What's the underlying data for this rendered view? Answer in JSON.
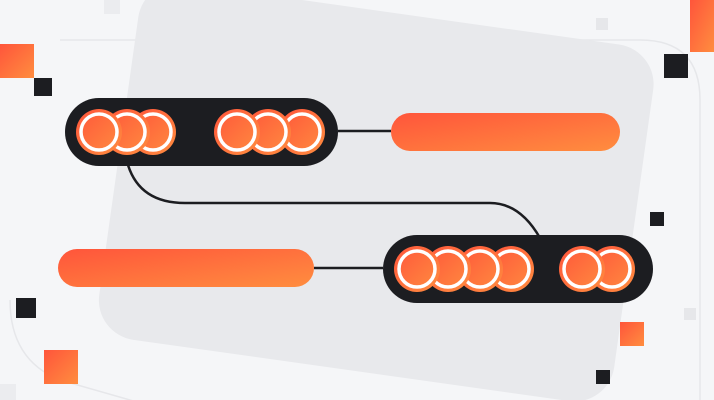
{
  "colors": {
    "background": "#f5f6f8",
    "panel": "#e8e9ec",
    "pill": "#1c1d21",
    "accent_start": "#ff5a3c",
    "accent_end": "#ff8a3d",
    "ring": "#ffffff",
    "connector": "#1c1d21"
  },
  "illustration": {
    "top_pill_circles": [
      3,
      3
    ],
    "bottom_pill_circles": [
      4,
      2
    ]
  }
}
